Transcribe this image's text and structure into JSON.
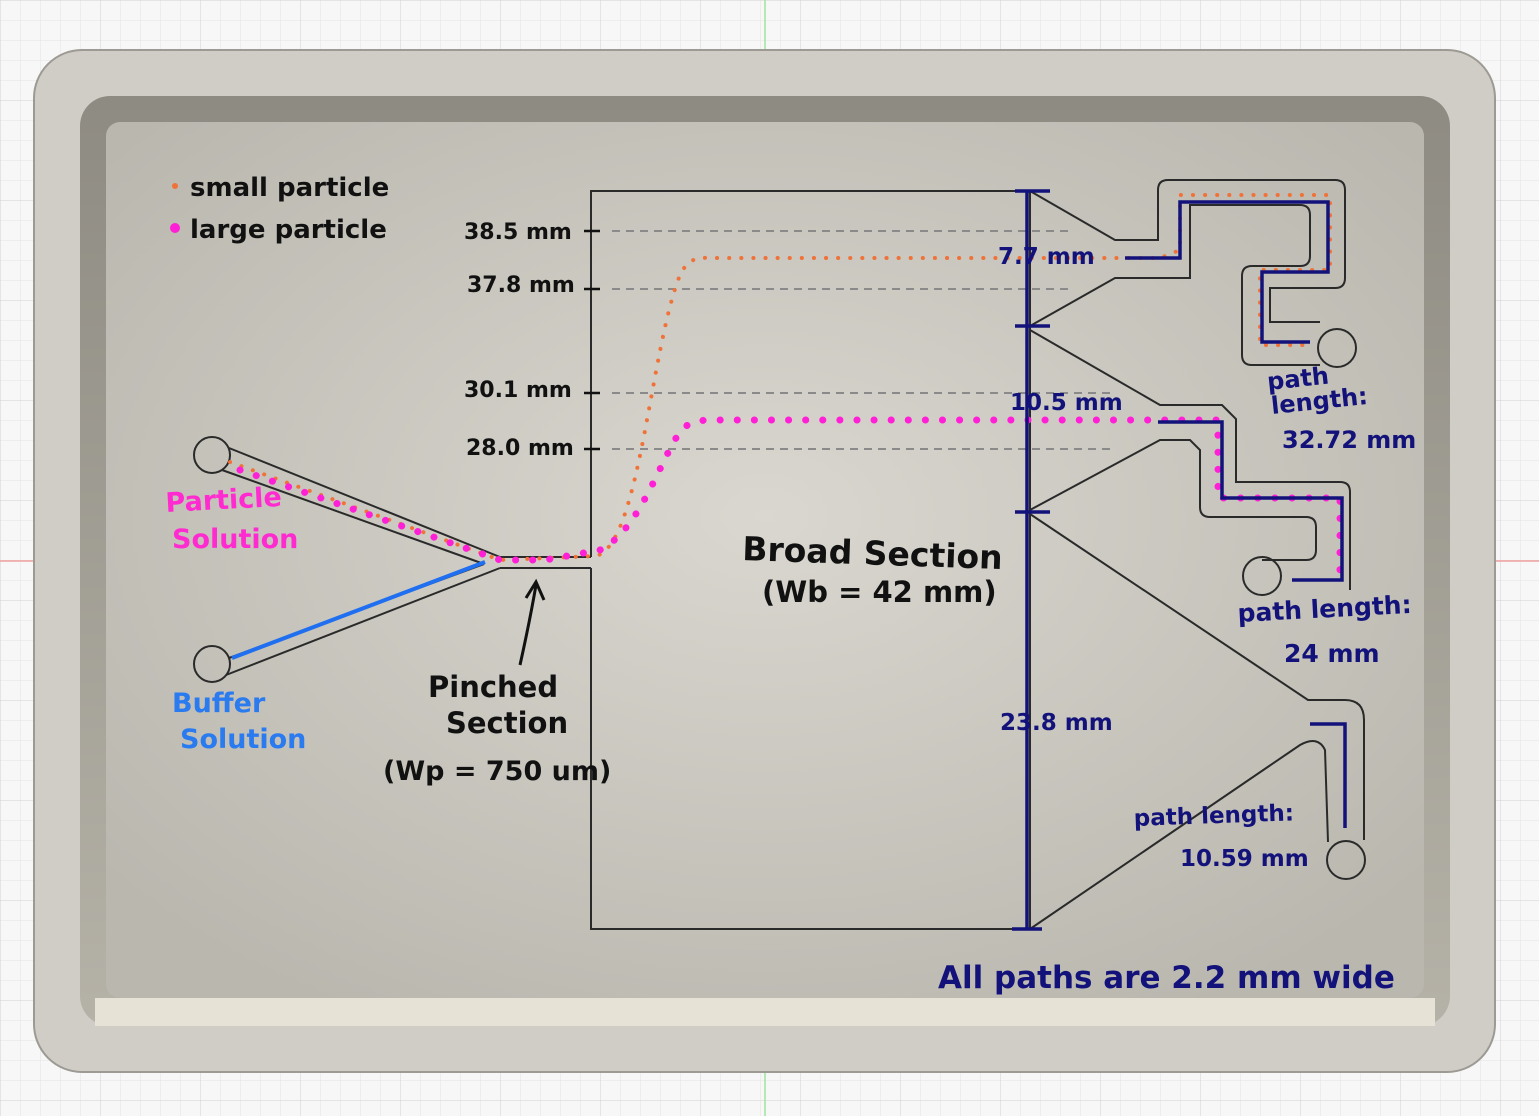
{
  "legend": {
    "small": "small particle",
    "large": "large particle"
  },
  "dimension_labels": [
    "38.5 mm",
    "37.8 mm",
    "30.1 mm",
    "28.0 mm"
  ],
  "inlets": {
    "particle_line1": "Particle",
    "particle_line2": "Solution",
    "buffer_line1": "Buffer",
    "buffer_line2": "Solution"
  },
  "pinched": {
    "line1": "Pinched",
    "line2": "Section",
    "line3": "(Wp = 750 um)"
  },
  "broad": {
    "line1": "Broad Section",
    "line2": "(Wb = 42 mm)"
  },
  "outlet_widths": [
    "7.7 mm",
    "10.5 mm",
    "23.8 mm"
  ],
  "path_lengths": {
    "top_line1": "path",
    "top_line2": "length:",
    "top_line3": "32.72 mm",
    "mid_line1": "path length:",
    "mid_line2": "24 mm",
    "bot_line1": "path length:",
    "bot_line2": "10.59 mm"
  },
  "footer_note": "All paths are 2.2 mm wide",
  "colors": {
    "small_particle": "#f07238",
    "large_particle": "#ff1fd6",
    "buffer": "#1f6ff0",
    "annotation": "#12127a",
    "particle_label": "#ff2bd0",
    "buffer_label": "#2a7af0"
  }
}
